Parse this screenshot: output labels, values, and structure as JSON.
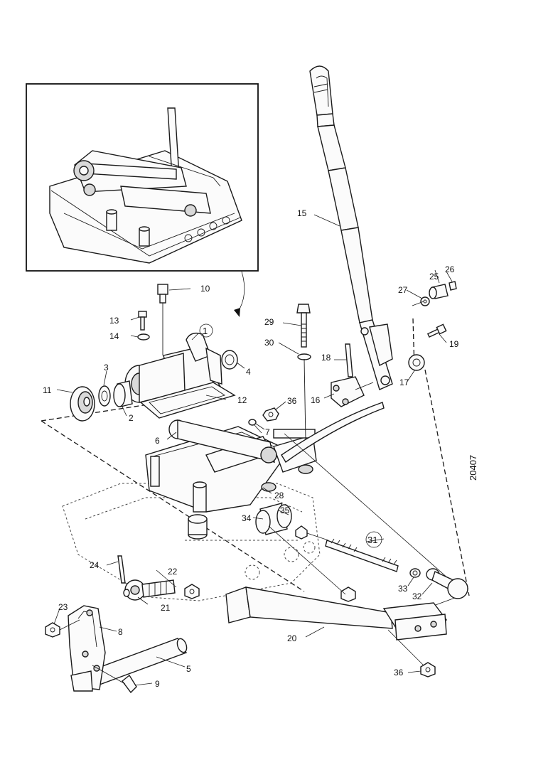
{
  "drawing_number": "20407",
  "callouts": [
    {
      "id": "1",
      "text": "1",
      "circled": true
    },
    {
      "id": "2",
      "text": "2"
    },
    {
      "id": "3",
      "text": "3"
    },
    {
      "id": "4",
      "text": "4"
    },
    {
      "id": "5",
      "text": "5"
    },
    {
      "id": "6",
      "text": "6"
    },
    {
      "id": "7",
      "text": "7"
    },
    {
      "id": "8",
      "text": "8"
    },
    {
      "id": "9",
      "text": "9"
    },
    {
      "id": "10",
      "text": "10"
    },
    {
      "id": "11",
      "text": "11"
    },
    {
      "id": "12",
      "text": "12"
    },
    {
      "id": "13",
      "text": "13"
    },
    {
      "id": "14",
      "text": "14"
    },
    {
      "id": "15",
      "text": "15"
    },
    {
      "id": "16",
      "text": "16"
    },
    {
      "id": "17",
      "text": "17"
    },
    {
      "id": "18",
      "text": "18"
    },
    {
      "id": "19",
      "text": "19"
    },
    {
      "id": "20",
      "text": "20"
    },
    {
      "id": "21",
      "text": "21"
    },
    {
      "id": "22",
      "text": "22"
    },
    {
      "id": "23",
      "text": "23"
    },
    {
      "id": "24",
      "text": "24"
    },
    {
      "id": "25",
      "text": "25"
    },
    {
      "id": "26",
      "text": "26"
    },
    {
      "id": "27",
      "text": "27"
    },
    {
      "id": "28",
      "text": "28"
    },
    {
      "id": "29",
      "text": "29"
    },
    {
      "id": "30",
      "text": "30"
    },
    {
      "id": "31",
      "text": "31",
      "circled": true
    },
    {
      "id": "32",
      "text": "32"
    },
    {
      "id": "33",
      "text": "33"
    },
    {
      "id": "34",
      "text": "34"
    },
    {
      "id": "35",
      "text": "35"
    },
    {
      "id": "36a",
      "text": "36"
    },
    {
      "id": "36b",
      "text": "36"
    }
  ]
}
